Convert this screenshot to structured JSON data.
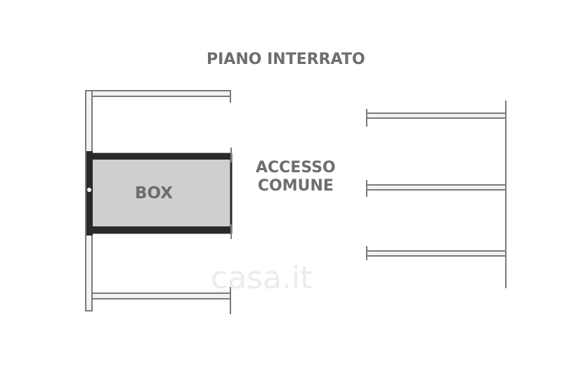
{
  "plan": {
    "title": "PIANO INTERRATO",
    "box_label": "BOX",
    "access_label_line1": "ACCESSO",
    "access_label_line2": "COMUNE",
    "watermark": "casa.it",
    "colors": {
      "wall_stroke": "#7a7a7a",
      "wall_fill": "#f2f2f2",
      "box_fill": "#cfcfcf",
      "box_border": "#2a2a2a",
      "label_text": "#6e6e6e"
    }
  }
}
